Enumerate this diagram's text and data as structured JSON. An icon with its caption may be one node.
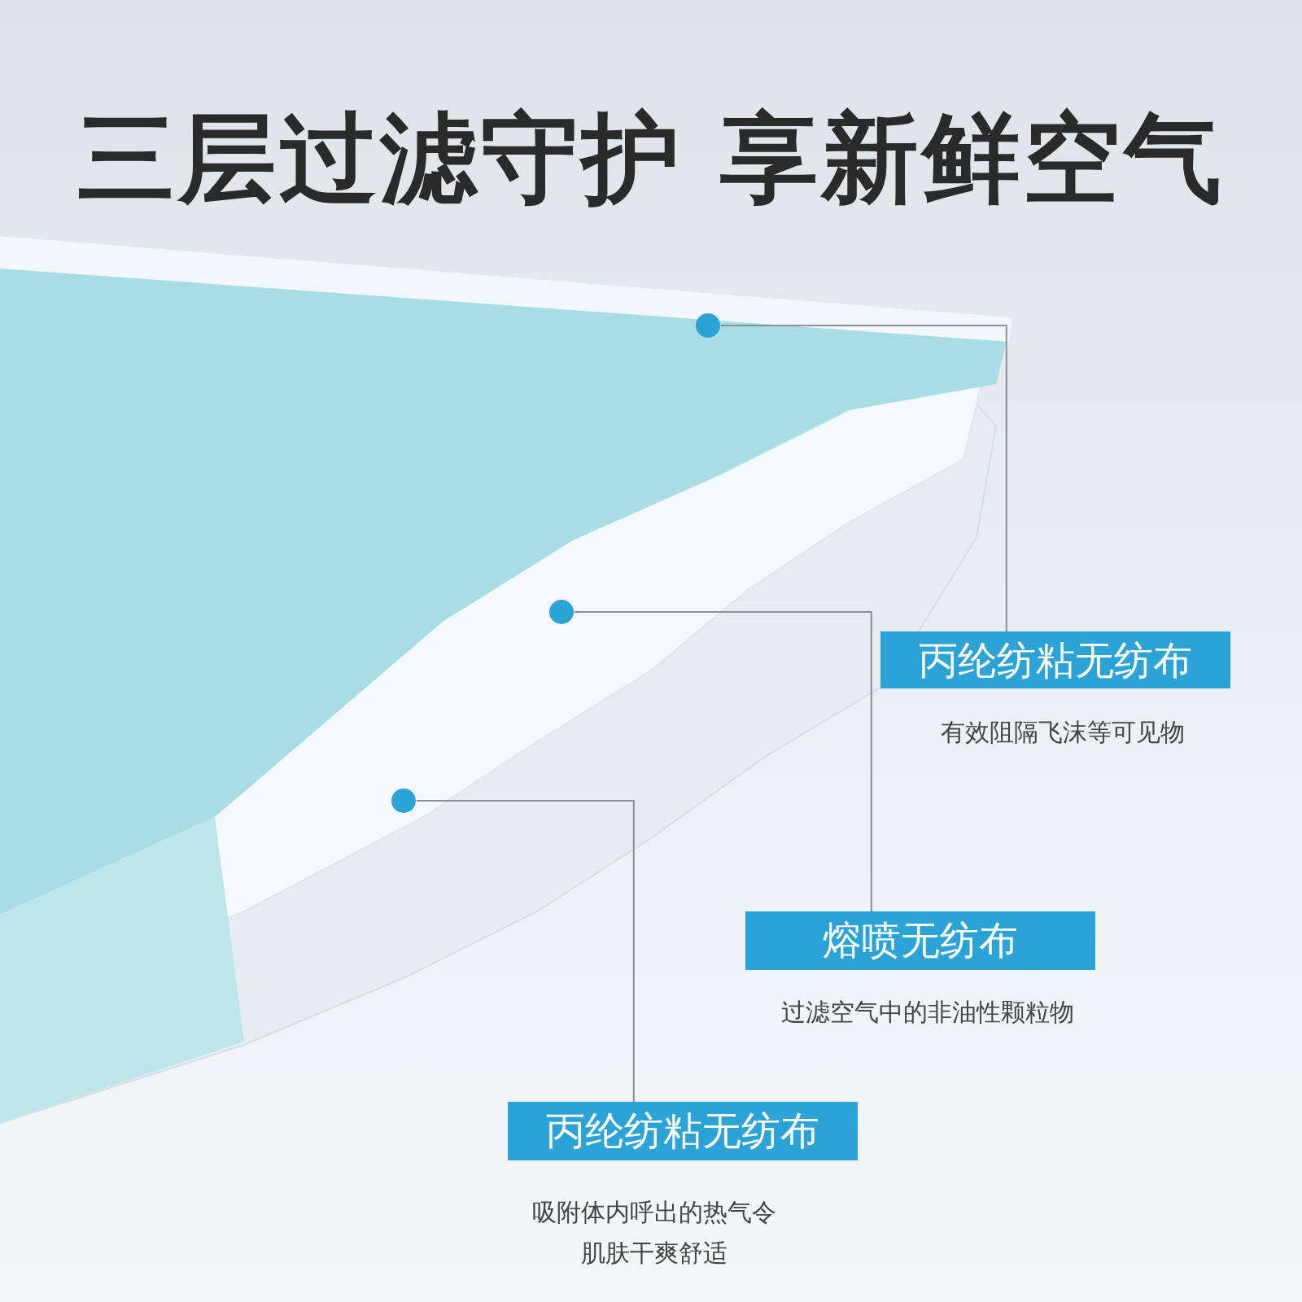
{
  "diagram": {
    "title": "三层过滤守护 享新鲜空气",
    "nodes": [
      {
        "text": [],
        "shape": "circle"
      },
      {
        "text": [],
        "shape": "circle"
      },
      {
        "text": [
          "丙纶纺粘无纺布"
        ],
        "beside": [
          "有效阻隔飞沫等可见物"
        ]
      },
      {
        "text": [],
        "shape": "circle"
      },
      {
        "text": [
          "熔喷无纺布"
        ],
        "beside": [
          "过滤空气中的非油性颗粒物"
        ]
      },
      {
        "text": [
          "丙纶纺粘无纺布"
        ],
        "beside": [
          "吸附体内呼出的热气令肌肤干爽舒适"
        ]
      }
    ],
    "edges": [
      {
        "from": 0,
        "to": 2,
        "arrow": "none"
      },
      {
        "from": 1,
        "to": 4,
        "arrow": "none"
      },
      {
        "from": 3,
        "to": 5,
        "arrow": "none"
      }
    ]
  }
}
